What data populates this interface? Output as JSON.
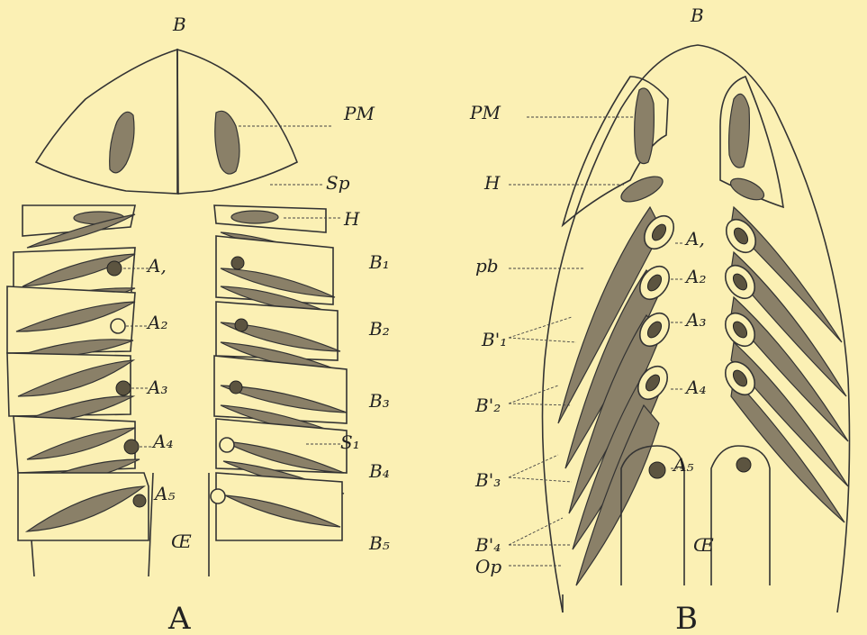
{
  "labels": {
    "fig_a_top": "B",
    "fig_b_top": "B",
    "pm": "PM",
    "sp": "Sp",
    "h": "H",
    "pb": "pb",
    "a1": "A,",
    "a2": "A₂",
    "a3": "A₃",
    "a4": "A₄",
    "a5": "A₅",
    "b1": "B₁",
    "b2": "B₂",
    "b3": "B₃",
    "b4": "B₄",
    "b5": "B₅",
    "s": "S₁",
    "oe": "Œ",
    "b1p": "B'₁",
    "b2p": "B'₂",
    "b3p": "B'₃",
    "b4p": "B'₄",
    "op": "Op"
  },
  "captions": {
    "a": "A",
    "b": "B"
  },
  "colors": {
    "background": "#fbf0b4",
    "ink": "#333333",
    "hatch": "#8a8068"
  }
}
